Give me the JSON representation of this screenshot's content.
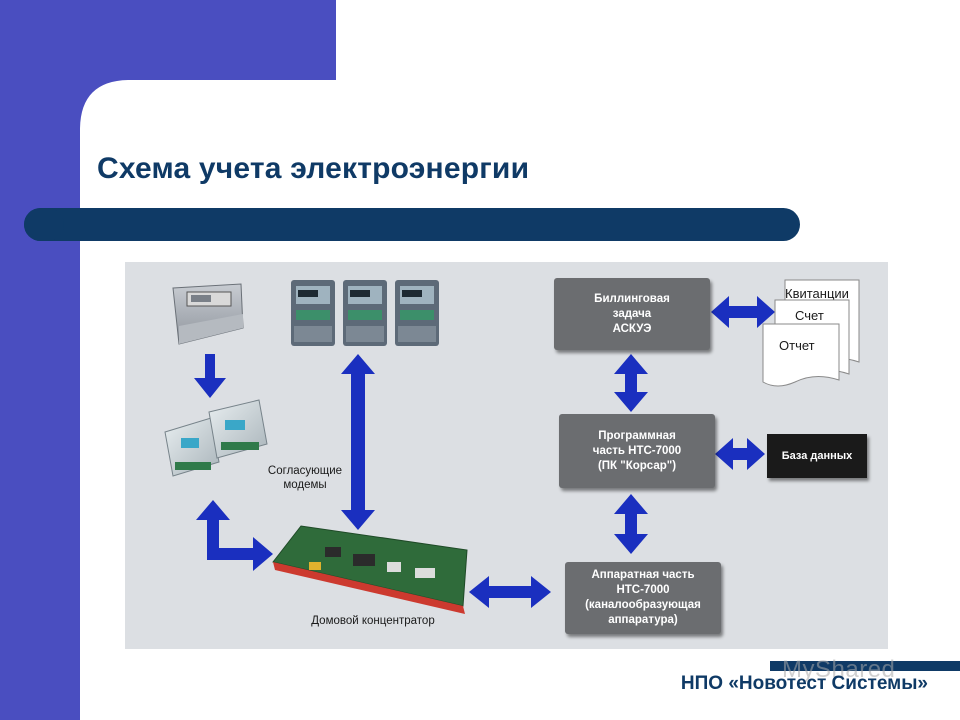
{
  "slide": {
    "title": "Схема учета электроэнергии",
    "footer": "НПО «Новотест Системы»",
    "watermark": "MyShared"
  },
  "colors": {
    "sidebar": "#4a4ec0",
    "title_bar": "#0f3a66",
    "arrow": "#1a2fbf",
    "box_fill": "#6b6d70",
    "panel": "#dcdfe3"
  },
  "diagram": {
    "boxes": {
      "billing": "Биллинговая\nзадача\nАСКУЭ",
      "software": "Программная\nчасть НТС-7000\n(ПК \"Корсар\")",
      "hardware": "Аппаратная часть\nНТС-7000\n(каналообразующая\nаппаратура)",
      "database": "База данных"
    },
    "documents": [
      "Квитанции",
      "Счет",
      "Отчет"
    ],
    "labels": {
      "modems": "Согласующие\nмодемы",
      "concentrator": "Домовой концентратор"
    },
    "devices": [
      "old-meter",
      "electronic-meter",
      "electronic-meter",
      "electronic-meter",
      "matching-modem",
      "matching-modem",
      "concentrator-board"
    ]
  }
}
